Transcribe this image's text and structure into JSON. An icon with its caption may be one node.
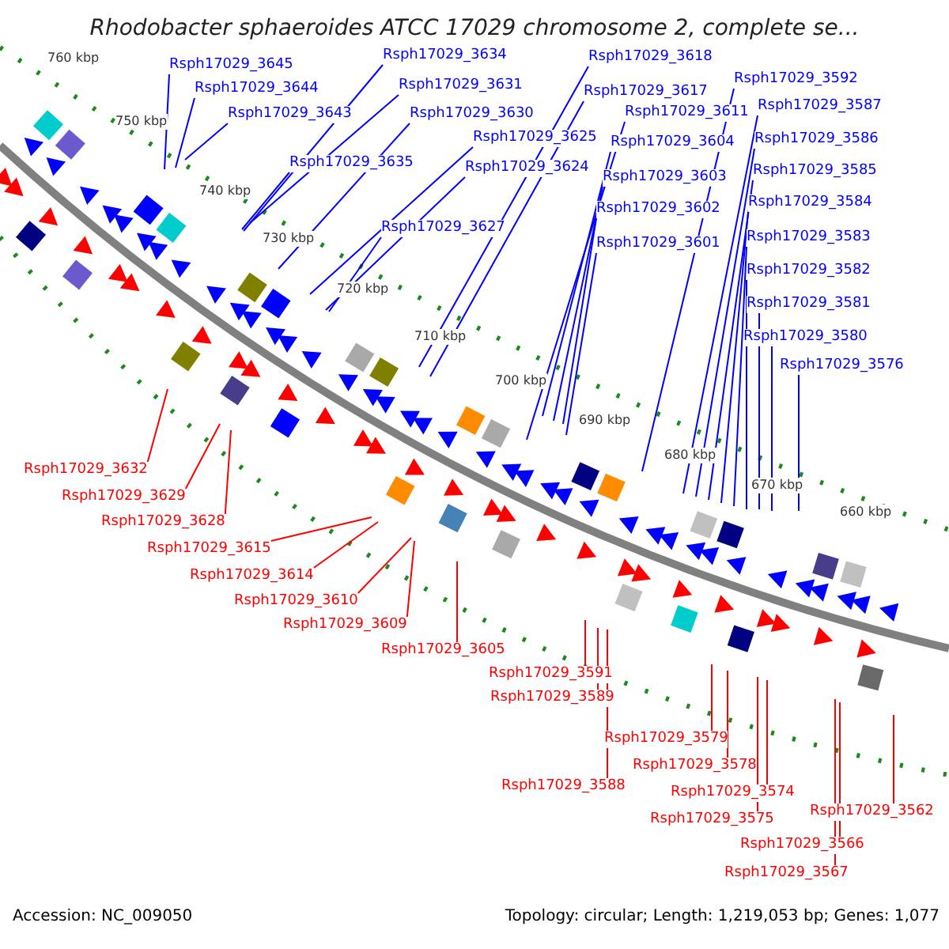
{
  "diagram": {
    "title": "Rhodobacter sphaeroides ATCC 17029 chromosome 2, complete se...",
    "nodes": [
      {
        "text": [
          "Rsph17029_3645"
        ]
      },
      {
        "text": [
          "Rsph17029_3644"
        ]
      },
      {
        "text": [
          "Rsph17029_3643"
        ]
      },
      {
        "text": [
          "Rsph17029_3634"
        ]
      },
      {
        "text": [
          "Rsph17029_3631"
        ]
      },
      {
        "text": [
          "Rsph17029_3630"
        ]
      },
      {
        "text": [
          "Rsph17029_3635"
        ]
      },
      {
        "text": [
          "Rsph17029_3625"
        ]
      },
      {
        "text": [
          "Rsph17029_3624"
        ]
      },
      {
        "text": [
          "Rsph17029_3627"
        ]
      },
      {
        "text": [
          "Rsph17029_3618"
        ]
      },
      {
        "text": [
          "Rsph17029_3617"
        ]
      },
      {
        "text": [
          "Rsph17029_3611"
        ]
      },
      {
        "text": [
          "Rsph17029_3604"
        ]
      },
      {
        "text": [
          "Rsph17029_3603"
        ]
      },
      {
        "text": [
          "Rsph17029_3602"
        ]
      },
      {
        "text": [
          "Rsph17029_3601"
        ]
      },
      {
        "text": [
          "Rsph17029_3592"
        ]
      },
      {
        "text": [
          "Rsph17029_3587"
        ]
      },
      {
        "text": [
          "Rsph17029_3586"
        ]
      },
      {
        "text": [
          "Rsph17029_3585"
        ]
      },
      {
        "text": [
          "Rsph17029_3584"
        ]
      },
      {
        "text": [
          "Rsph17029_3583"
        ]
      },
      {
        "text": [
          "Rsph17029_3582"
        ]
      },
      {
        "text": [
          "Rsph17029_3581"
        ]
      },
      {
        "text": [
          "Rsph17029_3580"
        ]
      },
      {
        "text": [
          "Rsph17029_3576"
        ]
      },
      {
        "text": [
          "Rsph17029_3632"
        ]
      },
      {
        "text": [
          "Rsph17029_3629"
        ]
      },
      {
        "text": [
          "Rsph17029_3628"
        ]
      },
      {
        "text": [
          "Rsph17029_3615"
        ]
      },
      {
        "text": [
          "Rsph17029_3614"
        ]
      },
      {
        "text": [
          "Rsph17029_3610"
        ]
      },
      {
        "text": [
          "Rsph17029_3609"
        ]
      },
      {
        "text": [
          "Rsph17029_3605"
        ]
      },
      {
        "text": [
          "Rsph17029_3591"
        ]
      },
      {
        "text": [
          "Rsph17029_3589"
        ]
      },
      {
        "text": [
          "Rsph17029_3588"
        ]
      },
      {
        "text": [
          "Rsph17029_3579"
        ]
      },
      {
        "text": [
          "Rsph17029_3578"
        ]
      },
      {
        "text": [
          "Rsph17029_3574"
        ]
      },
      {
        "text": [
          "Rsph17029_3575"
        ]
      },
      {
        "text": [
          "Rsph17029_3562"
        ]
      },
      {
        "text": [
          "Rsph17029_3566"
        ]
      },
      {
        "text": [
          "Rsph17029_3567"
        ]
      }
    ],
    "edges": [
      {
        "from": 0,
        "to": null,
        "arrow": "none"
      },
      {
        "from": 1,
        "to": null,
        "arrow": "none"
      },
      {
        "from": 2,
        "to": null,
        "arrow": "none"
      },
      {
        "from": 3,
        "to": null,
        "arrow": "none"
      },
      {
        "from": 4,
        "to": null,
        "arrow": "none"
      },
      {
        "from": 5,
        "to": null,
        "arrow": "none"
      },
      {
        "from": 6,
        "to": null,
        "arrow": "none"
      },
      {
        "from": 7,
        "to": null,
        "arrow": "none"
      },
      {
        "from": 8,
        "to": null,
        "arrow": "none"
      },
      {
        "from": 9,
        "to": null,
        "arrow": "none"
      },
      {
        "from": 10,
        "to": null,
        "arrow": "none"
      },
      {
        "from": 11,
        "to": null,
        "arrow": "none"
      },
      {
        "from": 12,
        "to": null,
        "arrow": "none"
      },
      {
        "from": 13,
        "to": null,
        "arrow": "none"
      },
      {
        "from": 14,
        "to": null,
        "arrow": "none"
      },
      {
        "from": 15,
        "to": null,
        "arrow": "none"
      },
      {
        "from": 16,
        "to": null,
        "arrow": "none"
      },
      {
        "from": 17,
        "to": null,
        "arrow": "none"
      },
      {
        "from": 18,
        "to": null,
        "arrow": "none"
      },
      {
        "from": 19,
        "to": null,
        "arrow": "none"
      },
      {
        "from": 20,
        "to": null,
        "arrow": "none"
      },
      {
        "from": 21,
        "to": null,
        "arrow": "none"
      },
      {
        "from": 22,
        "to": null,
        "arrow": "none"
      },
      {
        "from": 23,
        "to": null,
        "arrow": "none"
      },
      {
        "from": 24,
        "to": null,
        "arrow": "none"
      },
      {
        "from": 25,
        "to": null,
        "arrow": "none"
      },
      {
        "from": 26,
        "to": null,
        "arrow": "none"
      },
      {
        "from": 27,
        "to": null,
        "arrow": "none",
        "color": "#ff0000"
      },
      {
        "from": 28,
        "to": null,
        "arrow": "none",
        "color": "#ff0000"
      },
      {
        "from": 29,
        "to": null,
        "arrow": "none",
        "color": "#ff0000"
      },
      {
        "from": 30,
        "to": null,
        "arrow": "none",
        "color": "#ff0000"
      },
      {
        "from": 31,
        "to": null,
        "arrow": "none",
        "color": "#ff0000"
      },
      {
        "from": 32,
        "to": null,
        "arrow": "none",
        "color": "#ff0000"
      },
      {
        "from": 33,
        "to": null,
        "arrow": "none",
        "color": "#ff0000"
      },
      {
        "from": 34,
        "to": null,
        "arrow": "none",
        "color": "#ff0000"
      },
      {
        "from": 35,
        "to": null,
        "arrow": "none",
        "color": "#ff0000"
      },
      {
        "from": 36,
        "to": null,
        "arrow": "none",
        "color": "#ff0000"
      },
      {
        "from": 37,
        "to": null,
        "arrow": "none",
        "color": "#ff0000"
      },
      {
        "from": 38,
        "to": null,
        "arrow": "none",
        "color": "#ff0000"
      },
      {
        "from": 39,
        "to": null,
        "arrow": "none",
        "color": "#ff0000"
      },
      {
        "from": 40,
        "to": null,
        "arrow": "none",
        "color": "#ff0000"
      },
      {
        "from": 41,
        "to": null,
        "arrow": "none",
        "color": "#ff0000"
      },
      {
        "from": 42,
        "to": null,
        "arrow": "none",
        "color": "#ff0000"
      },
      {
        "from": 43,
        "to": null,
        "arrow": "none",
        "color": "#ff0000"
      },
      {
        "from": 44,
        "to": null,
        "arrow": "none",
        "color": "#ff0000"
      }
    ],
    "labels": [
      "760 kbp",
      "750 kbp",
      "740 kbp",
      "730 kbp",
      "720 kbp",
      "710 kbp",
      "700 kbp",
      "690 kbp",
      "680 kbp",
      "670 kbp",
      "660 kbp",
      "Accession: NC_009050",
      "Topology: circular; Length: 1,219,053 bp; Genes: 1,077"
    ]
  }
}
